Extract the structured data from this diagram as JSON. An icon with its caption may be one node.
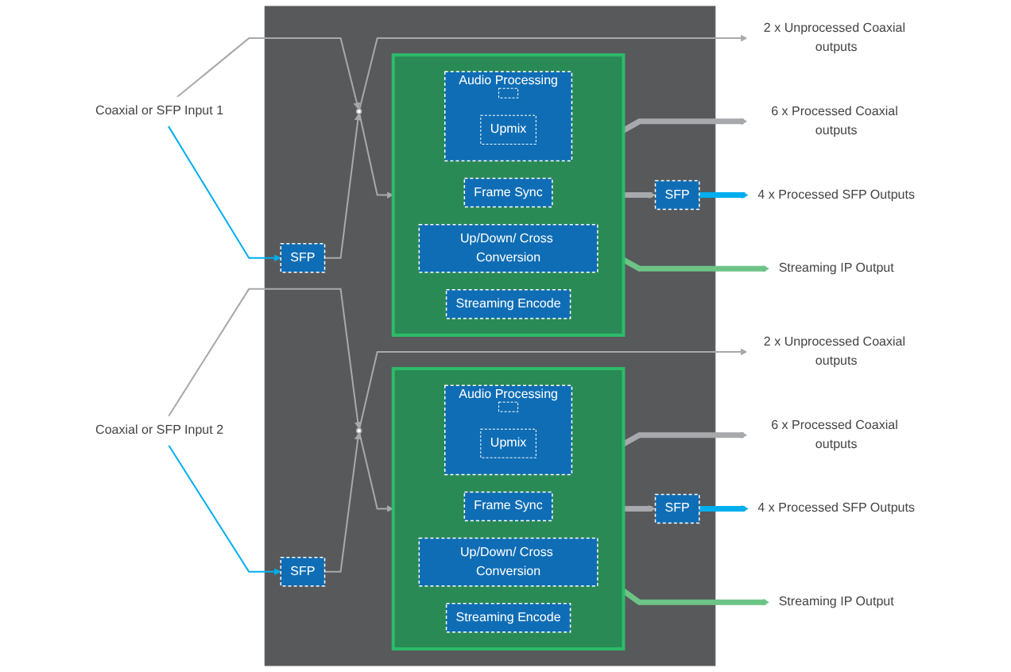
{
  "diagram": {
    "nodes": [
      {
        "text": [],
        "shape": "box"
      },
      {
        "text": [
          "Coaxial or SFP Input 1"
        ]
      },
      {
        "text": [
          "SFP"
        ],
        "in": 0
      },
      {
        "text": [],
        "shape": "switch",
        "in": 0
      },
      {
        "text": [],
        "shape": "box",
        "in": 0
      },
      {
        "text": [
          "Audio Processing"
        ],
        "in": 4
      },
      {
        "text": [],
        "shape": "box",
        "in": 5
      },
      {
        "text": [
          "Upmix"
        ],
        "in": 5
      },
      {
        "text": [
          "Frame Sync"
        ],
        "in": 4
      },
      {
        "text": [
          "Up/Down/ Cross Conversion"
        ],
        "in": 4
      },
      {
        "text": [
          "Streaming Encode"
        ],
        "in": 4
      },
      {
        "text": [
          "SFP"
        ],
        "in": 0
      },
      {
        "text": [
          "2 x Unprocessed Coaxial outputs"
        ]
      },
      {
        "text": [
          "6 x Processed Coaxial outputs"
        ]
      },
      {
        "text": [
          "4 x Processed SFP Outputs"
        ]
      },
      {
        "text": [
          "Streaming IP Output"
        ]
      },
      {
        "text": [
          "Coaxial or SFP Input 2"
        ]
      },
      {
        "text": [
          "SFP"
        ],
        "in": 0
      },
      {
        "text": [],
        "shape": "switch",
        "in": 0
      },
      {
        "text": [],
        "shape": "box",
        "in": 0
      },
      {
        "text": [
          "Audio Processing"
        ],
        "in": 19
      },
      {
        "text": [],
        "shape": "box",
        "in": 20
      },
      {
        "text": [
          "Upmix"
        ],
        "in": 20
      },
      {
        "text": [
          "Frame Sync"
        ],
        "in": 19
      },
      {
        "text": [
          "Up/Down/ Cross Conversion"
        ],
        "in": 19
      },
      {
        "text": [
          "Streaming Encode"
        ],
        "in": 19
      },
      {
        "text": [
          "SFP"
        ],
        "in": 0
      },
      {
        "text": [
          "2 x Unprocessed Coaxial outputs"
        ]
      },
      {
        "text": [
          "6 x Processed Coaxial outputs"
        ]
      },
      {
        "text": [
          "4 x Processed SFP Outputs"
        ]
      },
      {
        "text": [
          "Streaming IP Output"
        ]
      }
    ],
    "edges": [
      {
        "from": 1,
        "to": 3,
        "arrow": "to"
      },
      {
        "from": 1,
        "to": 2,
        "arrow": "to",
        "color": "#00aeef"
      },
      {
        "from": 2,
        "to": 3,
        "arrow": "to"
      },
      {
        "from": 3,
        "to": 4,
        "arrow": "to"
      },
      {
        "from": 3,
        "to": 12,
        "arrow": "to"
      },
      {
        "from": 4,
        "to": 13,
        "arrow": "to",
        "style": "thick"
      },
      {
        "from": 4,
        "to": 11,
        "arrow": "to",
        "style": "thick"
      },
      {
        "from": 11,
        "to": 14,
        "arrow": "to",
        "style": "thick",
        "color": "#00aeef"
      },
      {
        "from": 4,
        "to": 15,
        "arrow": "to",
        "style": "thick",
        "color": "#6cc486"
      },
      {
        "from": 16,
        "to": 18,
        "arrow": "to"
      },
      {
        "from": 16,
        "to": 17,
        "arrow": "to",
        "color": "#00aeef"
      },
      {
        "from": 17,
        "to": 18,
        "arrow": "to"
      },
      {
        "from": 18,
        "to": 19,
        "arrow": "to"
      },
      {
        "from": 18,
        "to": 27,
        "arrow": "to"
      },
      {
        "from": 19,
        "to": 28,
        "arrow": "to",
        "style": "thick"
      },
      {
        "from": 19,
        "to": 26,
        "arrow": "to",
        "style": "thick"
      },
      {
        "from": 26,
        "to": 29,
        "arrow": "to",
        "style": "thick",
        "color": "#00aeef"
      },
      {
        "from": 19,
        "to": 30,
        "arrow": "to",
        "style": "thick",
        "color": "#6cc486"
      }
    ]
  }
}
